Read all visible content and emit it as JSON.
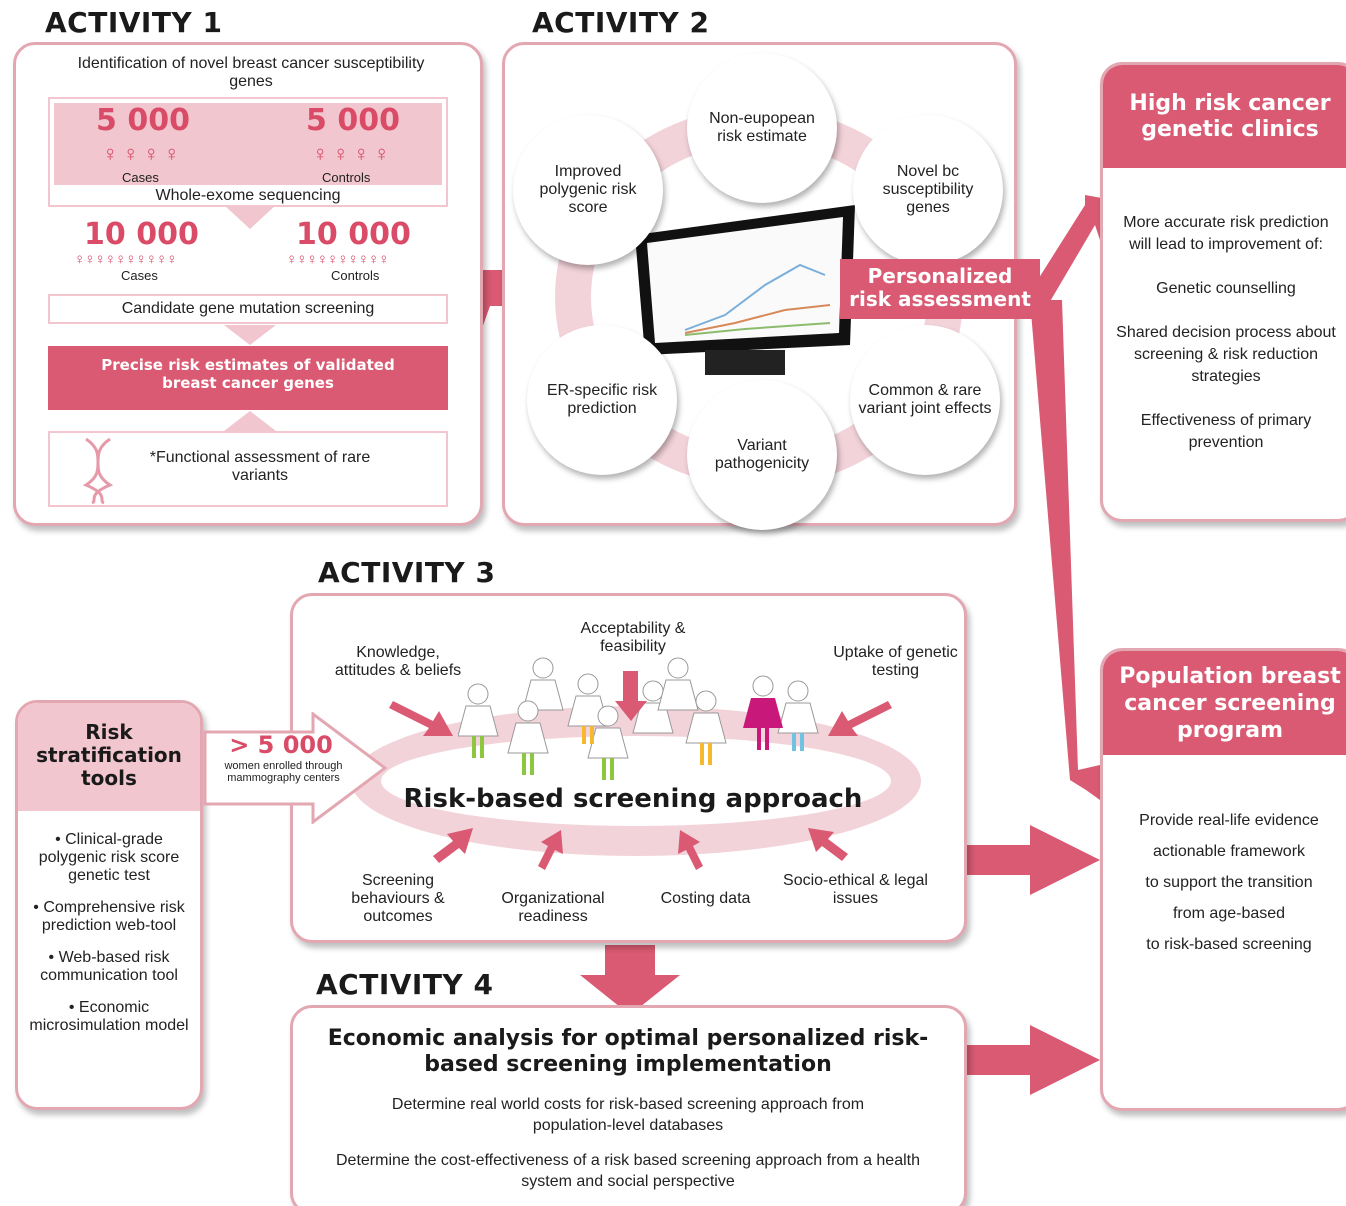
{
  "activity1": {
    "heading": "ACTIVITY 1",
    "intro": "Identification of novel breast cancer susceptibility genes",
    "cases1_num": "5 000",
    "cases1_label": "Cases",
    "controls1_num": "5 000",
    "controls1_label": "Controls",
    "sequencing": "Whole-exome sequencing",
    "cases2_num": "10 000",
    "cases2_label": "Cases",
    "controls2_num": "10 000",
    "controls2_label": "Controls",
    "screening": "Candidate gene mutation screening",
    "precise": "Precise risk estimates of validated breast cancer genes",
    "functional": "*Functional assessment of rare variants"
  },
  "activity2": {
    "heading": "ACTIVITY 2",
    "circles": {
      "top": "Non-eupopean risk estimate",
      "top_left": "Improved polygenic risk score",
      "top_right": "Novel bc susceptibility genes",
      "bottom_left": "ER-specific risk prediction",
      "bottom": "Variant pathogenicity",
      "bottom_right": "Common & rare variant joint effects"
    },
    "personalized": "Personalized risk assessment"
  },
  "high_risk": {
    "title": "High risk cancer genetic clinics",
    "lead": "More accurate risk prediction will lead to improvement of:",
    "item1": "Genetic counselling",
    "item2": "Shared decision process about screening & risk reduction strategies",
    "item3": "Effectiveness of primary prevention"
  },
  "population": {
    "title": "Population breast cancer screening program",
    "lines": [
      "Provide real-life evidence",
      "actionable framework",
      "to support the transition",
      "from age-based",
      "to risk-based screening"
    ]
  },
  "activity3": {
    "heading": "ACTIVITY 3",
    "center": "Risk-based screening  approach",
    "enrolled_num": "> 5 000",
    "enrolled_text": "women enrolled through mammography centers",
    "factors": {
      "knowledge": "Knowledge, attitudes & beliefs",
      "acceptability": "Acceptability & feasibility",
      "uptake": "Uptake of genetic testing",
      "screening": "Screening behaviours & outcomes",
      "organizational": "Organizational readiness",
      "costing": "Costing data",
      "socio": "Socio-ethical & legal issues"
    }
  },
  "tools": {
    "title": "Risk stratification tools",
    "items": [
      "• Clinical-grade polygenic risk score genetic test",
      "• Comprehensive risk prediction web-tool",
      "• Web-based risk communication tool",
      "• Economic microsimulation model"
    ]
  },
  "activity4": {
    "heading": "ACTIVITY 4",
    "title": "Economic analysis for optimal personalized risk-based screening implementation",
    "line1": "Determine real world costs for risk-based screening approach from population-level databases",
    "line2": "Determine the cost-effectiveness of a risk based screening approach from a health system and social perspective"
  },
  "colors": {
    "accent": "#d95a72",
    "light_pink": "#f1c6cf",
    "border_pink": "#e3a7b2"
  }
}
